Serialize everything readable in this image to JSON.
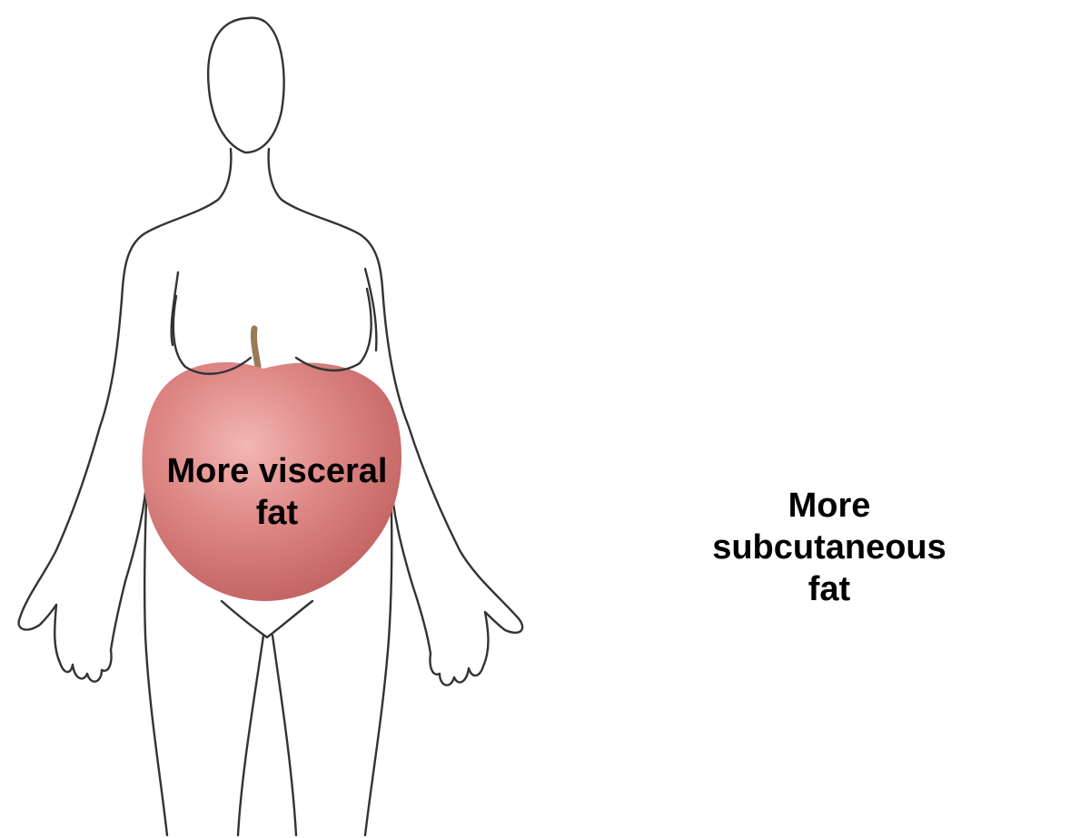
{
  "labels": {
    "apple": {
      "line1": "More visceral",
      "line2": "fat"
    },
    "pear": {
      "line1": "More",
      "line2": "subcutaneous",
      "line3": "fat"
    }
  },
  "icons": {
    "apple": "apple-icon",
    "pear": "pear-icon"
  },
  "colors": {
    "outline": "#333333",
    "apple": "#d9787a",
    "pear": "#cfd67a",
    "stem": "#9a7a55",
    "label": "#000000"
  }
}
